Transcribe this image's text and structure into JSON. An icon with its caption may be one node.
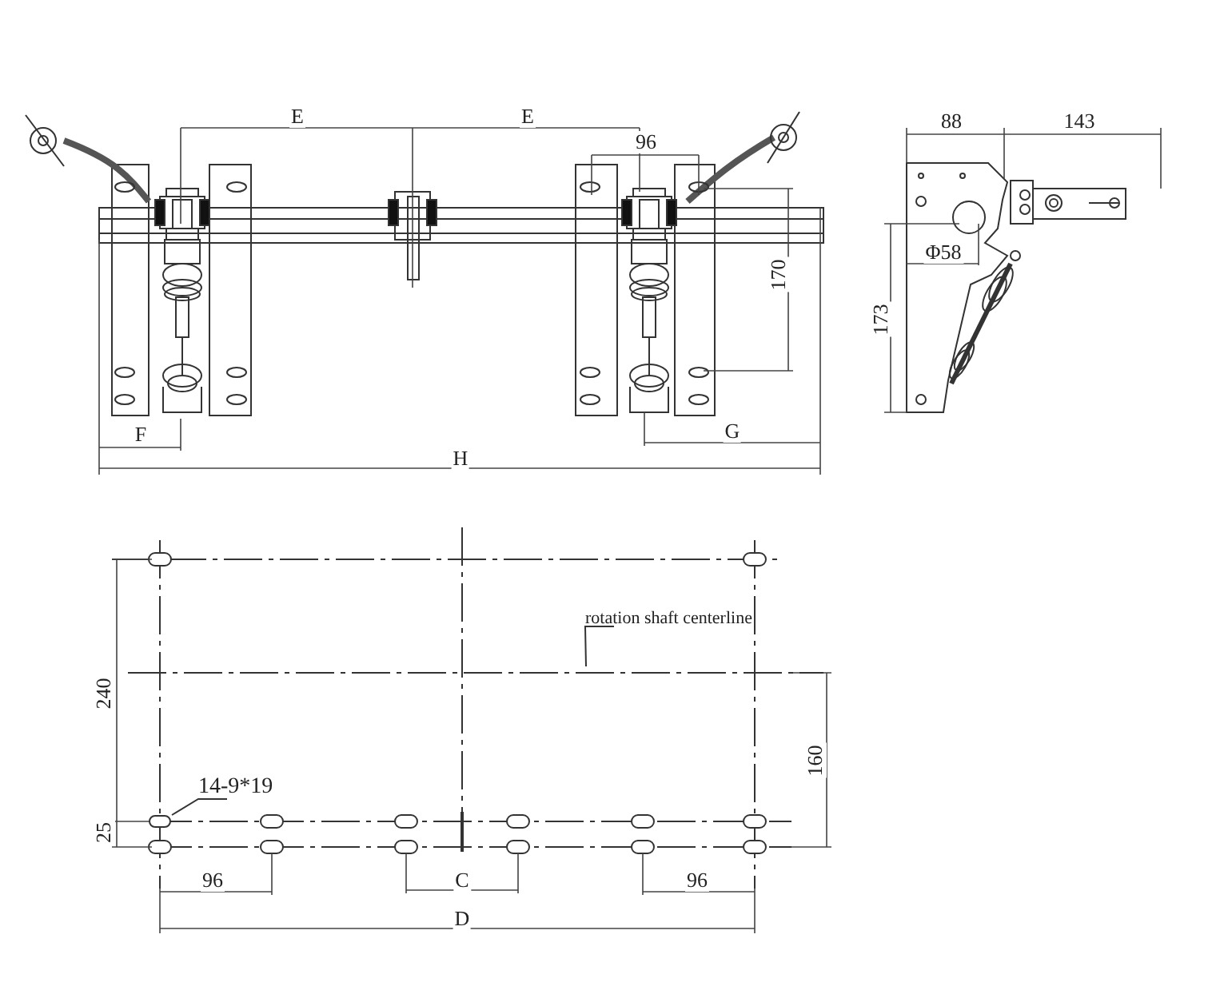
{
  "diagram": {
    "nodes": [
      {
        "text": [
          "rotation shaft centerline"
        ]
      },
      {
        "text": [],
        "shape": "line"
      },
      {
        "text": [
          "14-9*19"
        ]
      },
      {
        "text": [],
        "shape": "slot"
      }
    ],
    "edges": [
      {
        "from": 0,
        "to": 1,
        "arrow": "none"
      },
      {
        "from": 2,
        "to": 3,
        "arrow": "none"
      }
    ],
    "labels": [
      "E",
      "E",
      "96",
      "170",
      "F",
      "G",
      "H",
      "88",
      "143",
      "Φ58",
      "173",
      "240",
      "160",
      "25",
      "96",
      "C",
      "96",
      "D"
    ]
  }
}
